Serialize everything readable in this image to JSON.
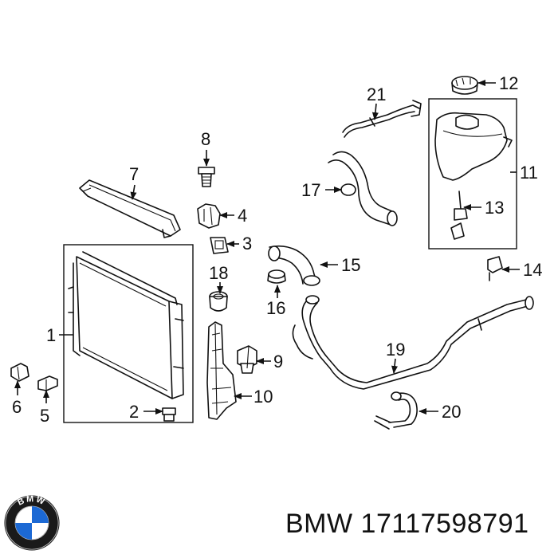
{
  "labels": {
    "l1": "1",
    "l2": "2",
    "l3": "3",
    "l4": "4",
    "l5": "5",
    "l6": "6",
    "l7": "7",
    "l8": "8",
    "l9": "9",
    "l10": "10",
    "l11": "11",
    "l12": "12",
    "l13": "13",
    "l14": "14",
    "l15": "15",
    "l16": "16",
    "l17": "17",
    "l18": "18",
    "l19": "19",
    "l20": "20",
    "l21": "21"
  },
  "caption": "BMW 17117598791",
  "logo": {
    "icon": "bmw-roundel-icon",
    "colors": {
      "blue": "#1c69d4",
      "ring": "#1a1a1a",
      "white": "#ffffff"
    }
  }
}
